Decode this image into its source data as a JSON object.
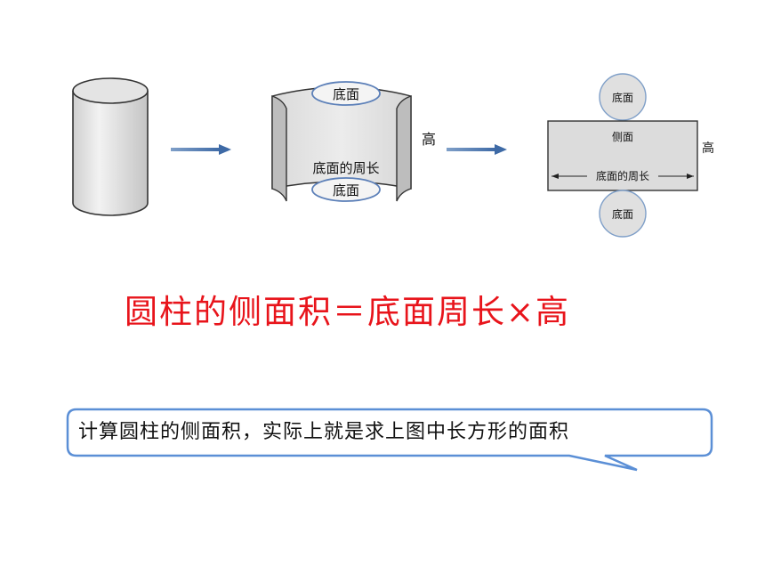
{
  "diagram": {
    "label_bottom_face": "底面",
    "label_height": "高",
    "label_base_circumference": "底面的周长",
    "label_lateral_face": "侧面"
  },
  "formula": {
    "text": "圆柱的侧面积＝底面周长×高",
    "color": "#e8141b"
  },
  "callout": {
    "text": "计算圆柱的侧面积，实际上就是求上图中长方形的面积",
    "border_color": "#5b8fd6"
  }
}
